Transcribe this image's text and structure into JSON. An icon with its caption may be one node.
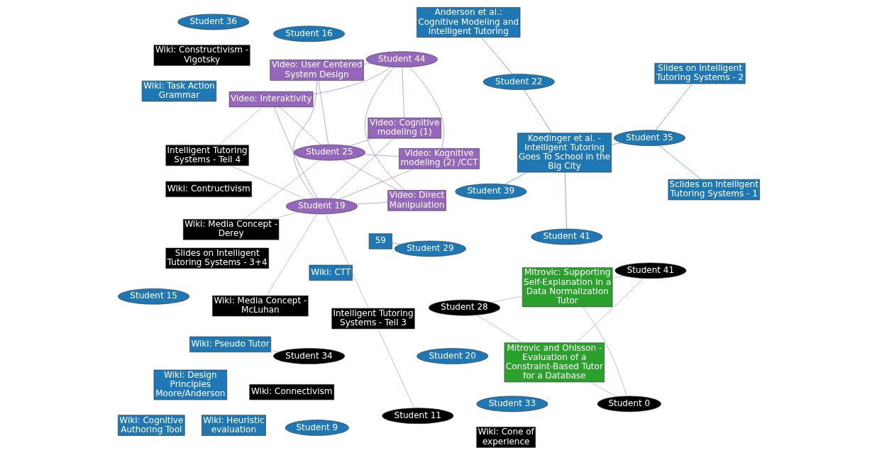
{
  "diagram": {
    "nodes": [
      {
        "text": [
          "Koedinger et al. - Intelligent Tutoring Goes To School in the Big City"
        ]
      },
      {
        "text": [
          "Slides on Intelligent Tutoring Systems - 3+4"
        ]
      },
      {
        "text": [
          "Wiki: Constructivism - Vigotsky"
        ]
      },
      {
        "text": [
          "Wiki: Contructivism"
        ]
      },
      {
        "text": [
          "Mitrovic: Supporting Self-Explanation in a Data Normalization Tutor"
        ]
      },
      {
        "text": [
          "Student 35"
        ]
      },
      {
        "text": [
          "Sclides on Intelligent Tutoring Systems - 1"
        ]
      },
      {
        "text": [
          "Student 0"
        ]
      },
      {
        "text": [
          "Slides on Intelligent Tutoring Systems - 2"
        ]
      },
      {
        "text": [
          "Student 22"
        ]
      },
      {
        "text": [
          "Mitrovic and Ohlsson - Evaluation of a Constraint-Based Tutor for a Database"
        ]
      },
      {
        "text": [
          "Anderson et al.: Cognitive Modeling and Intelligent Tutoring"
        ]
      },
      {
        "text": [
          "Student 28"
        ]
      },
      {
        "text": [
          "Wiki: Cognitive Authoring Tool"
        ]
      },
      {
        "text": [
          "Student 41"
        ]
      },
      {
        "text": [
          "Wiki: Pseudo Tutor"
        ]
      },
      {
        "text": [
          "Student 39"
        ]
      },
      {
        "text": [
          "Wiki: Heuristic evaluation"
        ]
      },
      {
        "text": [
          "Student 34"
        ]
      },
      {
        "text": [
          "Intelligent Tutoring Systems - Teil 4"
        ]
      },
      {
        "text": [
          "Student 11"
        ]
      },
      {
        "text": [
          "Intelligent Tutoring Systems - Teil 3"
        ]
      },
      {
        "text": [
          "Wiki: Design Principles Moore/Anderson"
        ]
      },
      {
        "text": [
          "59"
        ]
      },
      {
        "text": [
          "Student 29"
        ]
      },
      {
        "text": [
          "Video: Interaktivity"
        ]
      },
      {
        "text": [
          "Wiki: CTT"
        ]
      },
      {
        "text": [
          "Video: Cognitive modeling (1)"
        ]
      },
      {
        "text": [
          "Student 20"
        ]
      },
      {
        "text": [
          "Student 33"
        ]
      },
      {
        "text": [
          "Wiki: Connectivism"
        ]
      },
      {
        "text": [
          "Video: User Centered System Design"
        ]
      },
      {
        "text": [
          "Video: Direct Manipulation"
        ]
      },
      {
        "text": [
          "Wiki: Task Action Grammar"
        ]
      },
      {
        "text": [
          "Student 9"
        ]
      },
      {
        "text": [
          "Wiki: Cone of experience"
        ]
      },
      {
        "text": [
          "Video: Kognitive modeling (2) /CCT"
        ]
      },
      {
        "text": [
          "Student 16"
        ]
      },
      {
        "text": [
          "Student 36"
        ]
      },
      {
        "text": [
          "Wiki: Media Concept - Derey"
        ]
      },
      {
        "text": [
          "Student 19"
        ]
      },
      {
        "text": [
          "Student 41"
        ]
      },
      {
        "text": [
          "Student 15"
        ]
      },
      {
        "text": [
          "Wiki: Media Concept - McLuhan"
        ]
      },
      {
        "text": [
          "Student 25"
        ]
      },
      {
        "text": [
          "Student 44"
        ]
      }
    ],
    "edges": [
      {
        "from": 40,
        "to": 25,
        "arrow": "none",
        "color": "#9467bd"
      },
      {
        "from": 44,
        "to": 25,
        "arrow": "none",
        "color": "#9467bd"
      },
      {
        "from": 45,
        "to": 25,
        "arrow": "none",
        "color": "#9467bd"
      },
      {
        "from": 40,
        "to": 27,
        "arrow": "none",
        "color": "#9467bd"
      },
      {
        "from": 44,
        "to": 27,
        "arrow": "none",
        "color": "#9467bd"
      },
      {
        "from": 45,
        "to": 27,
        "arrow": "none",
        "color": "#9467bd"
      },
      {
        "from": 40,
        "to": 31,
        "arrow": "none",
        "color": "#9467bd"
      },
      {
        "from": 44,
        "to": 31,
        "arrow": "none",
        "color": "#9467bd"
      },
      {
        "from": 45,
        "to": 31,
        "arrow": "none",
        "color": "#9467bd"
      },
      {
        "from": 40,
        "to": 32,
        "arrow": "none",
        "color": "#9467bd"
      },
      {
        "from": 44,
        "to": 32,
        "arrow": "none",
        "color": "#9467bd"
      },
      {
        "from": 45,
        "to": 32,
        "arrow": "none",
        "color": "#9467bd"
      },
      {
        "from": 40,
        "to": 36,
        "arrow": "none",
        "color": "#9467bd"
      },
      {
        "from": 44,
        "to": 36,
        "arrow": "none",
        "color": "#9467bd"
      },
      {
        "from": 45,
        "to": 36,
        "arrow": "none",
        "color": "#9467bd"
      },
      {
        "from": 7,
        "to": 4,
        "arrow": "none"
      },
      {
        "from": 12,
        "to": 4,
        "arrow": "none"
      },
      {
        "from": 14,
        "to": 4,
        "arrow": "none"
      },
      {
        "from": 7,
        "to": 10,
        "arrow": "none"
      },
      {
        "from": 12,
        "to": 10,
        "arrow": "none"
      },
      {
        "from": 14,
        "to": 10,
        "arrow": "none"
      },
      {
        "from": 19,
        "to": 25,
        "arrow": "none"
      },
      {
        "from": 40,
        "to": 19,
        "arrow": "none"
      },
      {
        "from": 40,
        "to": 21,
        "arrow": "none"
      },
      {
        "from": 18,
        "to": 15,
        "arrow": "none"
      },
      {
        "from": 20,
        "to": 21,
        "arrow": "none"
      },
      {
        "from": 40,
        "to": 39,
        "arrow": "none"
      },
      {
        "from": 40,
        "to": 43,
        "arrow": "none"
      },
      {
        "from": 44,
        "to": 39,
        "arrow": "none"
      },
      {
        "from": 5,
        "to": 0,
        "arrow": "none",
        "color": "#1f77b4"
      },
      {
        "from": 9,
        "to": 0,
        "arrow": "none",
        "color": "#1f77b4"
      },
      {
        "from": 16,
        "to": 0,
        "arrow": "none",
        "color": "#1f77b4"
      },
      {
        "from": 41,
        "to": 0,
        "arrow": "none",
        "color": "#1f77b4"
      },
      {
        "from": 9,
        "to": 11,
        "arrow": "none",
        "color": "#1f77b4"
      },
      {
        "from": 5,
        "to": 6,
        "arrow": "none",
        "color": "#1f77b4"
      },
      {
        "from": 5,
        "to": 8,
        "arrow": "none",
        "color": "#1f77b4"
      },
      {
        "from": 24,
        "to": 23,
        "arrow": "none",
        "color": "#1f77b4"
      }
    ]
  }
}
